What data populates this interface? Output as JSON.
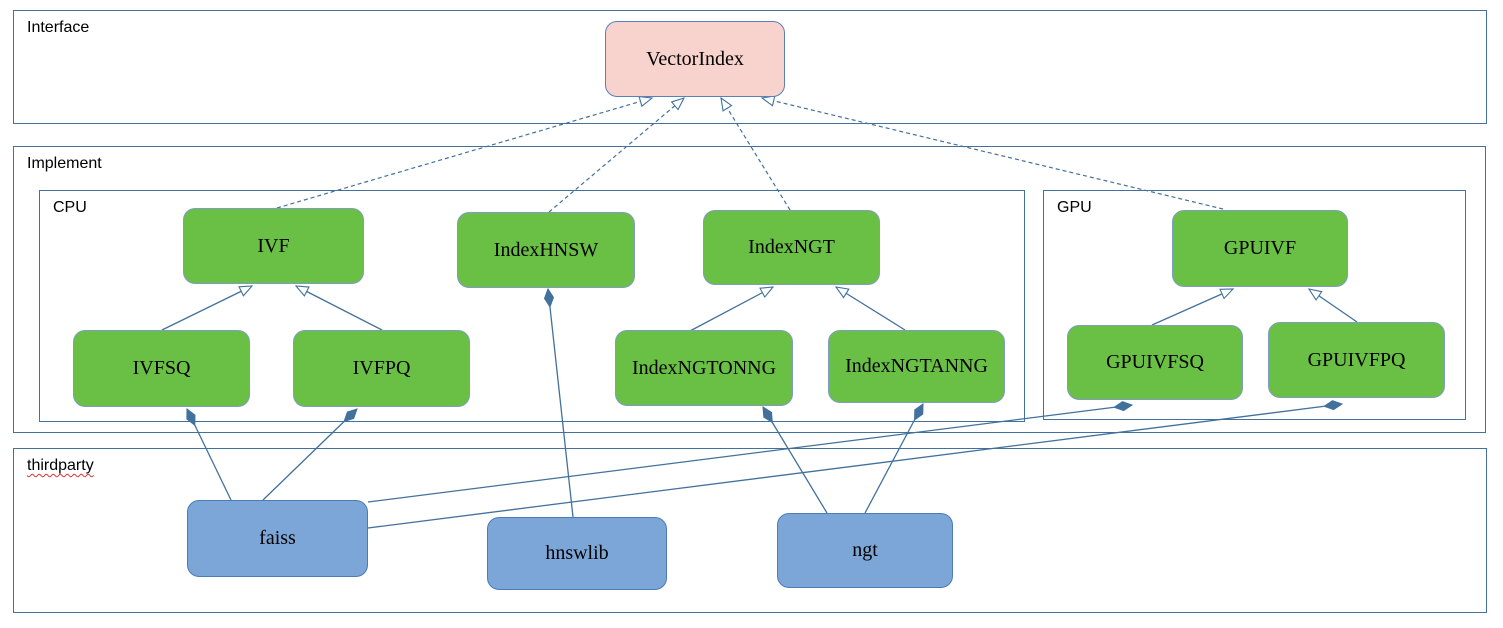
{
  "containers": {
    "interface": {
      "label": "Interface"
    },
    "implement": {
      "label": "Implement"
    },
    "cpu": {
      "label": "CPU"
    },
    "gpu": {
      "label": "GPU"
    },
    "thirdparty": {
      "label": "thirdparty",
      "spellcheck_underline": true
    }
  },
  "nodes": {
    "vectorindex": {
      "label": "VectorIndex",
      "kind": "interface"
    },
    "ivf": {
      "label": "IVF",
      "kind": "cpu-implementation"
    },
    "indexhnsw": {
      "label": "IndexHNSW",
      "kind": "cpu-implementation"
    },
    "indexngt": {
      "label": "IndexNGT",
      "kind": "cpu-implementation"
    },
    "gpuivf": {
      "label": "GPUIVF",
      "kind": "gpu-implementation"
    },
    "ivfsq": {
      "label": "IVFSQ",
      "kind": "cpu-implementation"
    },
    "ivfpq": {
      "label": "IVFPQ",
      "kind": "cpu-implementation"
    },
    "indexngtonng": {
      "label": "IndexNGTONNG",
      "kind": "cpu-implementation"
    },
    "indexngtanng": {
      "label": "IndexNGTANNG",
      "kind": "cpu-implementation"
    },
    "gpuivfsq": {
      "label": "GPUIVFSQ",
      "kind": "gpu-implementation"
    },
    "gpuivfpq": {
      "label": "GPUIVFPQ",
      "kind": "gpu-implementation"
    },
    "faiss": {
      "label": "faiss",
      "kind": "thirdparty-library"
    },
    "hnswlib": {
      "label": "hnswlib",
      "kind": "thirdparty-library"
    },
    "ngt": {
      "label": "ngt",
      "kind": "thirdparty-library"
    }
  },
  "edges": [
    {
      "id": "ivf-vectorindex",
      "from": "ivf",
      "to": "vectorindex",
      "type": "realization"
    },
    {
      "id": "indexhnsw-vectorindex",
      "from": "indexhnsw",
      "to": "vectorindex",
      "type": "realization"
    },
    {
      "id": "indexngt-vectorindex",
      "from": "indexngt",
      "to": "vectorindex",
      "type": "realization"
    },
    {
      "id": "gpuivf-vectorindex",
      "from": "gpuivf",
      "to": "vectorindex",
      "type": "realization"
    },
    {
      "id": "ivfsq-ivf",
      "from": "ivfsq",
      "to": "ivf",
      "type": "generalization"
    },
    {
      "id": "ivfpq-ivf",
      "from": "ivfpq",
      "to": "ivf",
      "type": "generalization"
    },
    {
      "id": "indexngtonng-indexngt",
      "from": "indexngtonng",
      "to": "indexngt",
      "type": "generalization"
    },
    {
      "id": "indexngtanng-indexngt",
      "from": "indexngtanng",
      "to": "indexngt",
      "type": "generalization"
    },
    {
      "id": "gpuivfsq-gpuivf",
      "from": "gpuivfsq",
      "to": "gpuivf",
      "type": "generalization"
    },
    {
      "id": "gpuivfpq-gpuivf",
      "from": "gpuivfpq",
      "to": "gpuivf",
      "type": "generalization"
    },
    {
      "id": "faiss-ivfsq",
      "from": "faiss",
      "to": "ivfsq",
      "type": "composition"
    },
    {
      "id": "faiss-ivfpq",
      "from": "faiss",
      "to": "ivfpq",
      "type": "composition"
    },
    {
      "id": "hnswlib-indexhnsw",
      "from": "hnswlib",
      "to": "indexhnsw",
      "type": "composition"
    },
    {
      "id": "ngt-indexngtonng",
      "from": "ngt",
      "to": "indexngtonng",
      "type": "composition"
    },
    {
      "id": "ngt-indexngtanng",
      "from": "ngt",
      "to": "indexngtanng",
      "type": "composition"
    },
    {
      "id": "faiss-gpuivfsq",
      "from": "faiss",
      "to": "gpuivfsq",
      "type": "composition"
    },
    {
      "id": "faiss-gpuivfpq",
      "from": "faiss",
      "to": "gpuivfpq",
      "type": "composition"
    }
  ],
  "colors": {
    "green_fill": "#6abf45",
    "green_border": "#7f9cc4",
    "pink_fill": "#f8d3ce",
    "pink_border": "#5b80b9",
    "blue_fill": "#7ba6d7",
    "blue_border": "#4d7bb5",
    "line_color": "#41719c",
    "container_border": "#41719c",
    "text_color": "#000000",
    "spellcheck_color": "#e03030"
  }
}
